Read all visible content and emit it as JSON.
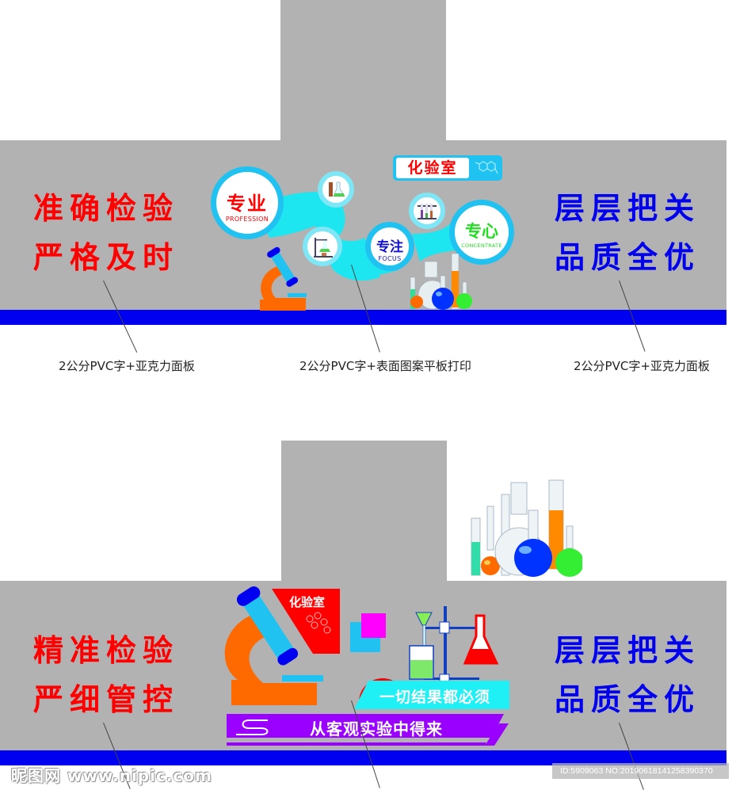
{
  "panel_top": {
    "left_slogan": [
      "准确检验",
      "严格及时"
    ],
    "right_slogan": [
      "层层把关",
      "品质全优"
    ],
    "badge": {
      "label": "化验室"
    },
    "circles": [
      {
        "cn": "专业",
        "en": "PROFESSION",
        "color": "#ff0000"
      },
      {
        "cn": "专注",
        "en": "FOCUS",
        "color": "#1010d0"
      },
      {
        "cn": "专心",
        "en": "CONCENTRATE",
        "color": "#22dd22"
      }
    ],
    "captions": {
      "left": "2公分PVC字+亚克力面板",
      "center": "2公分PVC字+表面图案平板打印",
      "right": "2公分PVC字+亚克力面板"
    }
  },
  "panel_bottom": {
    "left_slogan": [
      "精准检验",
      "严细管控"
    ],
    "right_slogan": [
      "层层把关",
      "品质全优"
    ],
    "red_badge": {
      "label": "化验室"
    },
    "cyan_banner": {
      "label": "一切结果都必须"
    },
    "purple_banner": {
      "label": "从客观实验中得来"
    }
  },
  "watermark": {
    "logo": "昵图网 www.nipic.com",
    "id_text": "ID:5909063 NO:20190618141258390370"
  },
  "colors": {
    "wall_gray": "#b2b2b2",
    "strip_blue": "#0000f0",
    "slogan_red": "#ff0000",
    "slogan_blue": "#0000ee",
    "ring_cyan": "#1fc2f0",
    "banner_cyan": "#1ef0f5",
    "banner_purple": "#9900ff",
    "microscope_orange": "#ff6a00"
  }
}
